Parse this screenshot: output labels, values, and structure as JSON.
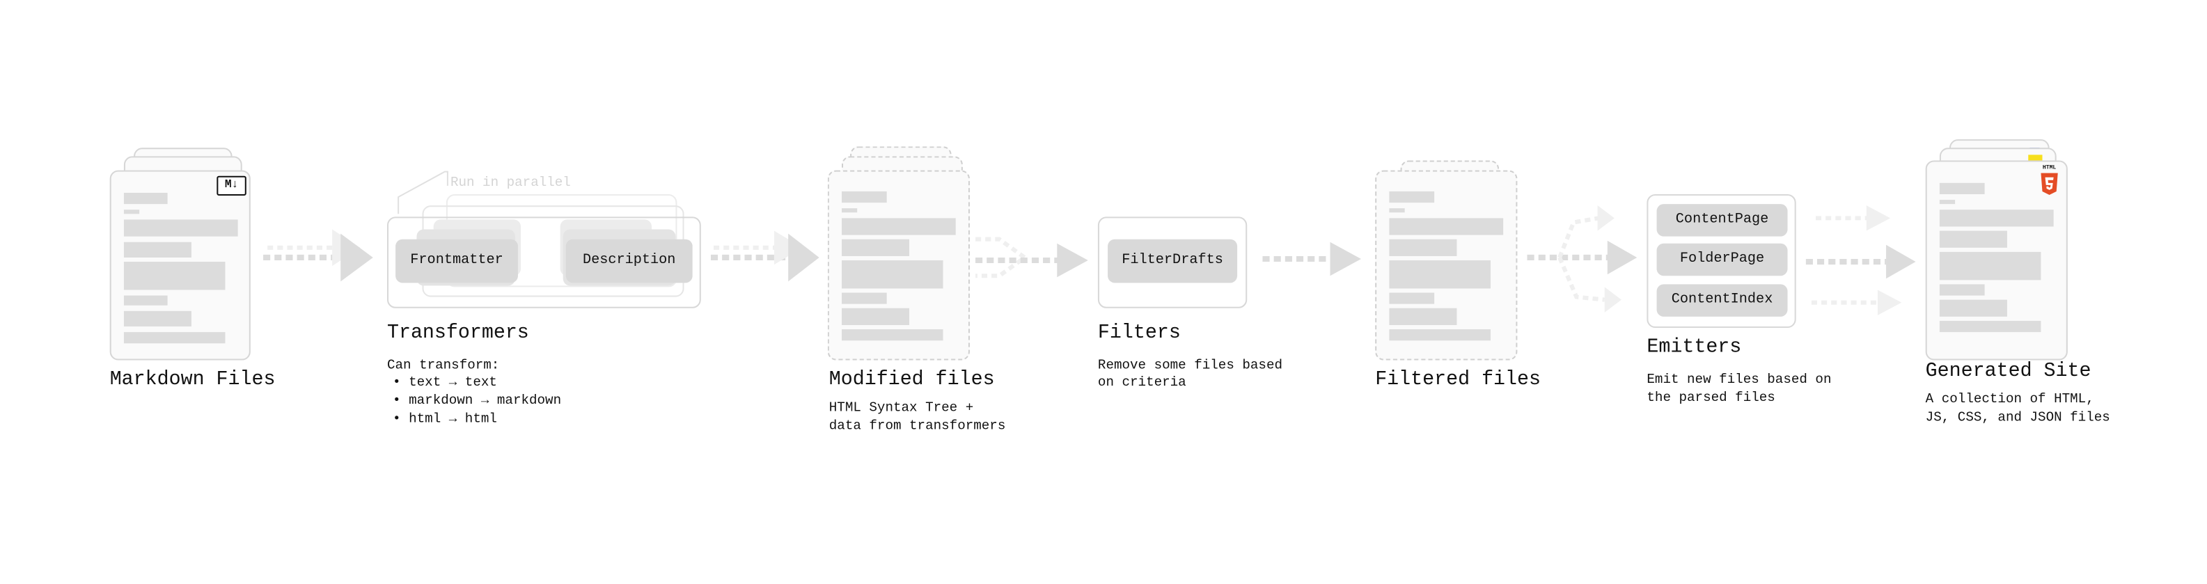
{
  "stages": {
    "markdown": {
      "title": "Markdown Files",
      "icon": "markdown-icon",
      "icon_text": "M↓"
    },
    "transformers": {
      "title": "Transformers",
      "parallel_note": "Run in parallel",
      "plugins": [
        "Frontmatter",
        "Description"
      ],
      "desc_heading": "Can transform:",
      "bullets": [
        "text → text",
        "markdown → markdown",
        "html → html"
      ]
    },
    "modified": {
      "title": "Modified files",
      "desc": [
        "HTML Syntax Tree +",
        "data from transformers"
      ]
    },
    "filters": {
      "title": "Filters",
      "plugins": [
        "FilterDrafts"
      ],
      "desc": [
        "Remove some files based",
        "on criteria"
      ]
    },
    "filtered": {
      "title": "Filtered files"
    },
    "emitters": {
      "title": "Emitters",
      "plugins": [
        "ContentPage",
        "FolderPage",
        "ContentIndex"
      ],
      "desc": [
        "Emit new files based on",
        "the parsed files"
      ]
    },
    "generated": {
      "title": "Generated Site",
      "icon": "html5-icon",
      "icon_text": "HTML",
      "desc": [
        "A collection of HTML,",
        "JS, CSS, and JSON files"
      ]
    }
  },
  "colors": {
    "html5": "#e44d26",
    "js": "#f7df1e",
    "css": "#264de4",
    "pill": "#d9d9d9",
    "arrow": "#dcdcdc"
  }
}
